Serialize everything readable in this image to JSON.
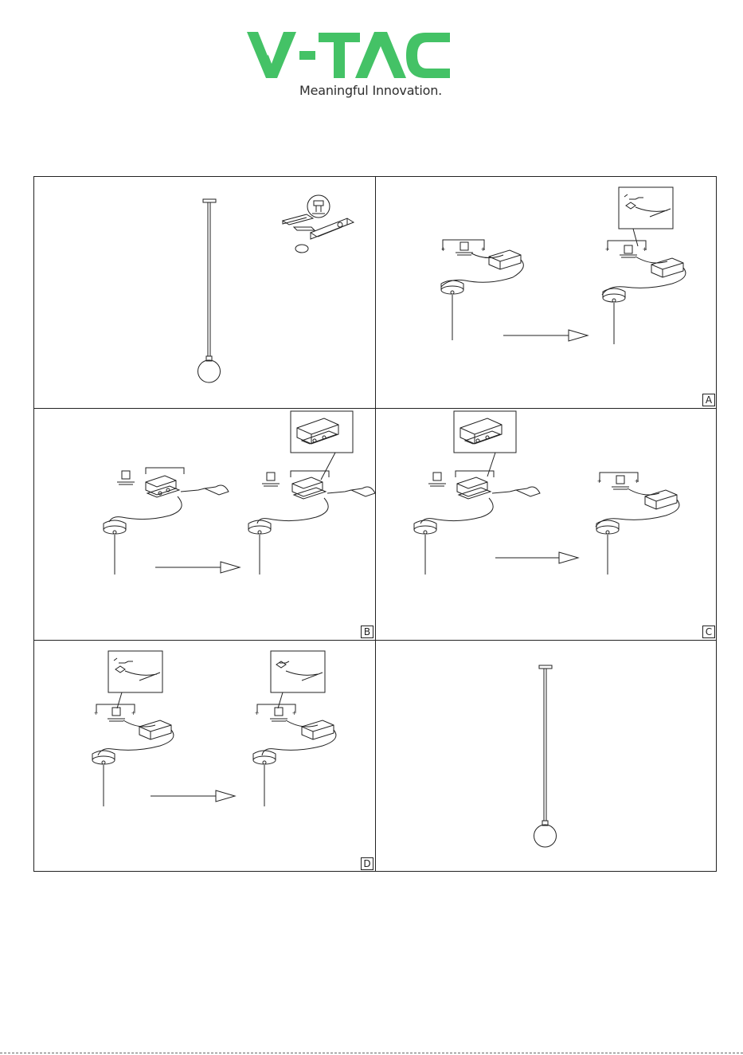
{
  "brand": {
    "name": "V-TAC",
    "tagline": "Meaningful Innovation.",
    "color": "#44c266"
  },
  "steps": [
    {
      "label": ""
    },
    {
      "label": "A"
    },
    {
      "label": "B"
    },
    {
      "label": "C"
    },
    {
      "label": "D"
    },
    {
      "label": ""
    }
  ],
  "icons": {
    "pendant": "pendant-lamp-icon",
    "tools": "screwdriver-tools-icon",
    "canopy": "ceiling-canopy-icon",
    "driver": "led-driver-icon",
    "connector": "terminal-connector-icon",
    "screwdriver": "screwdriver-icon",
    "arrow": "arrow-right-icon"
  }
}
